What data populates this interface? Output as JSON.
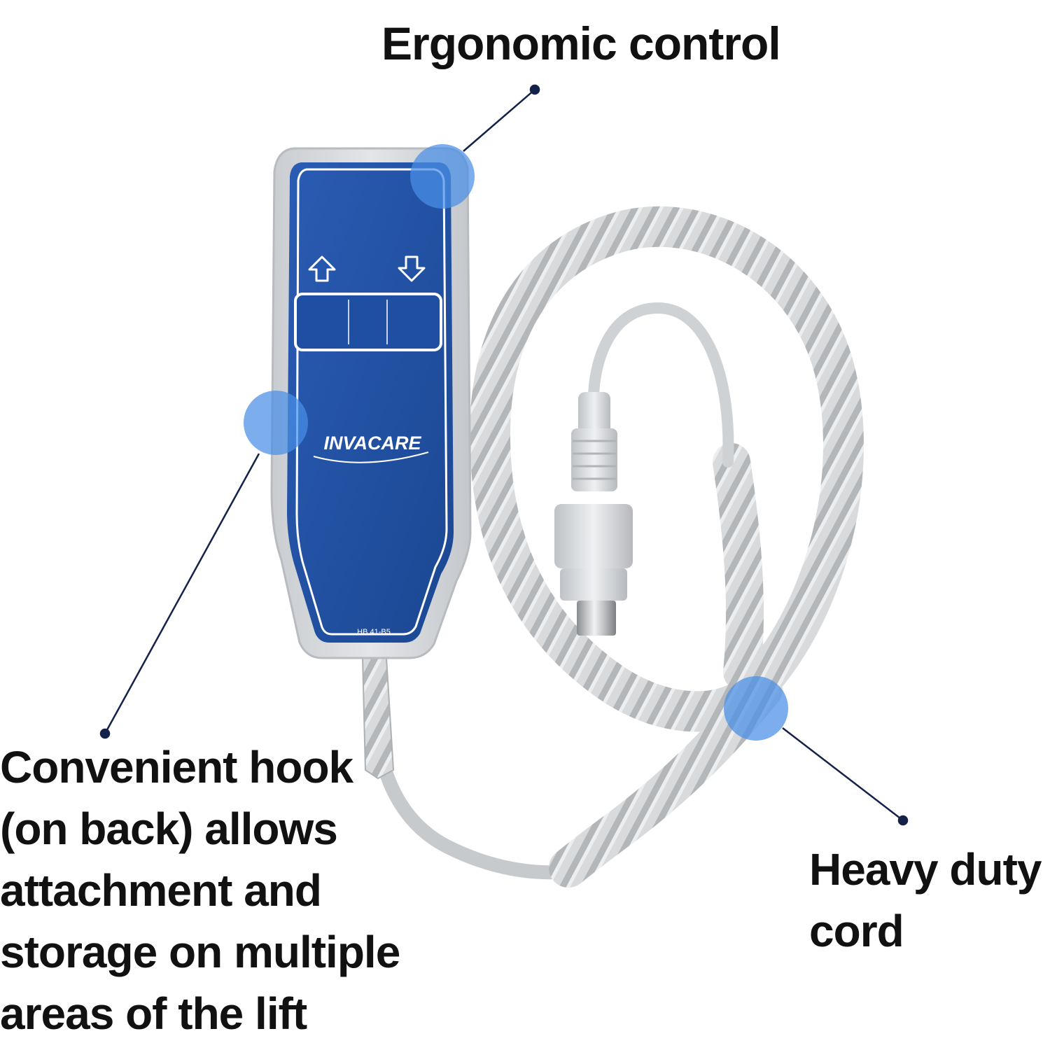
{
  "callouts": {
    "ergonomic": {
      "lines": [
        "Ergonomic control"
      ]
    },
    "hook": {
      "lines": [
        "Convenient hook",
        "(on back) allows",
        "attachment and",
        "storage on multiple",
        "areas of the lift"
      ]
    },
    "cord": {
      "lines": [
        "Heavy duty",
        "cord"
      ]
    }
  },
  "device": {
    "brand": "INVACARE",
    "model": "HB 41-B5",
    "buttons": [
      {
        "icon": "arrow-up-icon"
      },
      {
        "icon": "arrow-down-icon"
      }
    ]
  },
  "colors": {
    "panel_blue": "#1f4fa3",
    "housing_gray": "#d7dadd",
    "cord_gray": "#d4d6d8",
    "highlight_blue": "#4a8fe6",
    "leader_navy": "#14224a"
  }
}
